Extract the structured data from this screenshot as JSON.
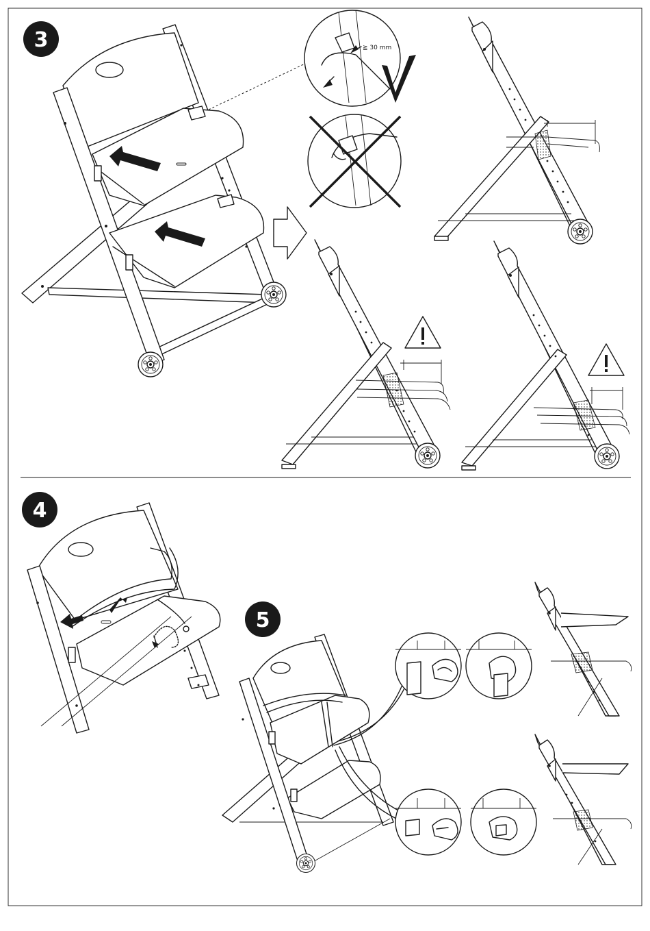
{
  "steps": [
    {
      "number": "3"
    },
    {
      "number": "4"
    },
    {
      "number": "5"
    }
  ],
  "measurements": {
    "min_gap": "≧ 30 mm"
  },
  "colors": {
    "ink": "#1a1a1a",
    "paper": "#ffffff"
  },
  "icons": {
    "correct": "check-mark-icon",
    "incorrect": "cross-icon",
    "warning": "warning-triangle-icon",
    "next": "outline-arrow-icon",
    "push": "push-arrow-icon"
  }
}
